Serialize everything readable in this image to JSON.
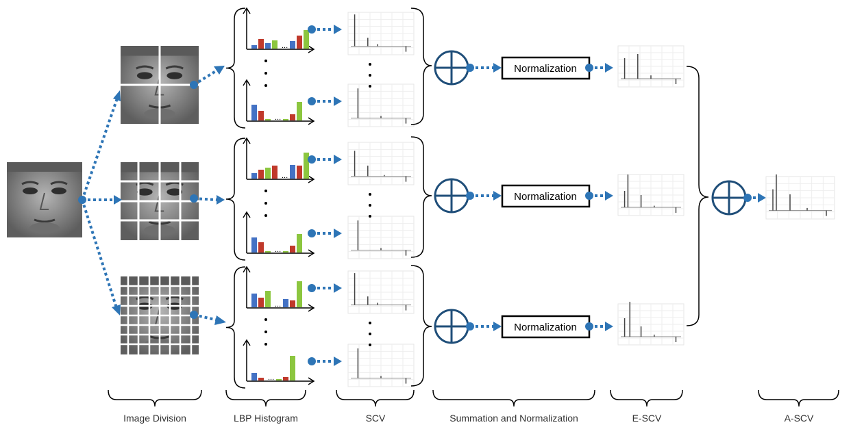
{
  "rows": [
    {
      "division": "2x2",
      "normalize_label": "Normalization"
    },
    {
      "division": "4x4",
      "normalize_label": "Normalization"
    },
    {
      "division": "8x8",
      "normalize_label": "Normalization"
    }
  ],
  "stages": [
    {
      "label": "Image Division"
    },
    {
      "label": "LBP Histogram"
    },
    {
      "label": "SCV"
    },
    {
      "label": "Summation and Normalization"
    },
    {
      "label": "E-SCV"
    },
    {
      "label": "A-SCV"
    }
  ],
  "histogram_ellipsis": "...",
  "colors": {
    "arrow": "#2e75b6",
    "bar_blue": "#4472c4",
    "bar_red": "#c0392b",
    "bar_green": "#8cc63f"
  }
}
